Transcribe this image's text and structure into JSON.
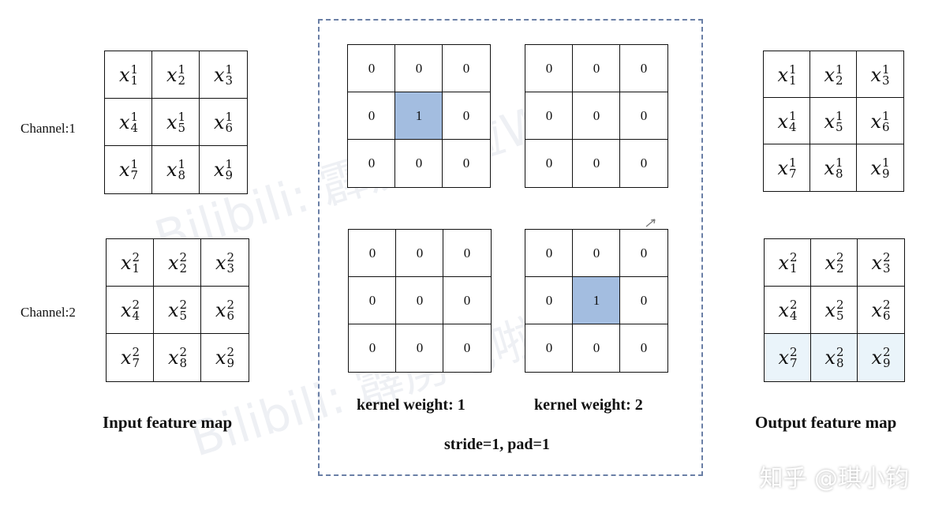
{
  "channel_labels": [
    "Channel:1",
    "Channel:2"
  ],
  "input_channel_1": [
    [
      "1",
      "1"
    ],
    [
      "2",
      "1"
    ],
    [
      "3",
      "1"
    ],
    [
      "4",
      "1"
    ],
    [
      "5",
      "1"
    ],
    [
      "6",
      "1"
    ],
    [
      "7",
      "1"
    ],
    [
      "8",
      "1"
    ],
    [
      "9",
      "1"
    ]
  ],
  "input_channel_2": [
    [
      "1",
      "2"
    ],
    [
      "2",
      "2"
    ],
    [
      "3",
      "2"
    ],
    [
      "4",
      "2"
    ],
    [
      "5",
      "2"
    ],
    [
      "6",
      "2"
    ],
    [
      "7",
      "2"
    ],
    [
      "8",
      "2"
    ],
    [
      "9",
      "2"
    ]
  ],
  "output_channel_1": [
    [
      "1",
      "1"
    ],
    [
      "2",
      "1"
    ],
    [
      "3",
      "1"
    ],
    [
      "4",
      "1"
    ],
    [
      "5",
      "1"
    ],
    [
      "6",
      "1"
    ],
    [
      "7",
      "1"
    ],
    [
      "8",
      "1"
    ],
    [
      "9",
      "1"
    ]
  ],
  "output_channel_2": [
    [
      "1",
      "2"
    ],
    [
      "2",
      "2"
    ],
    [
      "3",
      "2"
    ],
    [
      "4",
      "2"
    ],
    [
      "5",
      "2"
    ],
    [
      "6",
      "2"
    ],
    [
      "7",
      "2"
    ],
    [
      "8",
      "2"
    ],
    [
      "9",
      "2"
    ]
  ],
  "feature_symbol": "x",
  "kernel_1_ch1": [
    "0",
    "0",
    "0",
    "0",
    "1",
    "0",
    "0",
    "0",
    "0"
  ],
  "kernel_2_ch1": [
    "0",
    "0",
    "0",
    "0",
    "0",
    "0",
    "0",
    "0",
    "0"
  ],
  "kernel_1_ch2": [
    "0",
    "0",
    "0",
    "0",
    "0",
    "0",
    "0",
    "0",
    "0"
  ],
  "kernel_2_ch2": [
    "0",
    "0",
    "0",
    "0",
    "1",
    "0",
    "0",
    "0",
    "0"
  ],
  "kernel_highlight_color": "#a3bde0",
  "captions": {
    "input": "Input feature map",
    "output": "Output feature map",
    "kernel_1": "kernel weight: 1",
    "kernel_2": "kernel weight: 2",
    "params": "stride=1, pad=1"
  },
  "watermarks": [
    "Bilibili: 霹雳吧啦Wz",
    "Bilibili: 霹雳吧啦Wz"
  ],
  "credit": "知乎 @琪小钧"
}
